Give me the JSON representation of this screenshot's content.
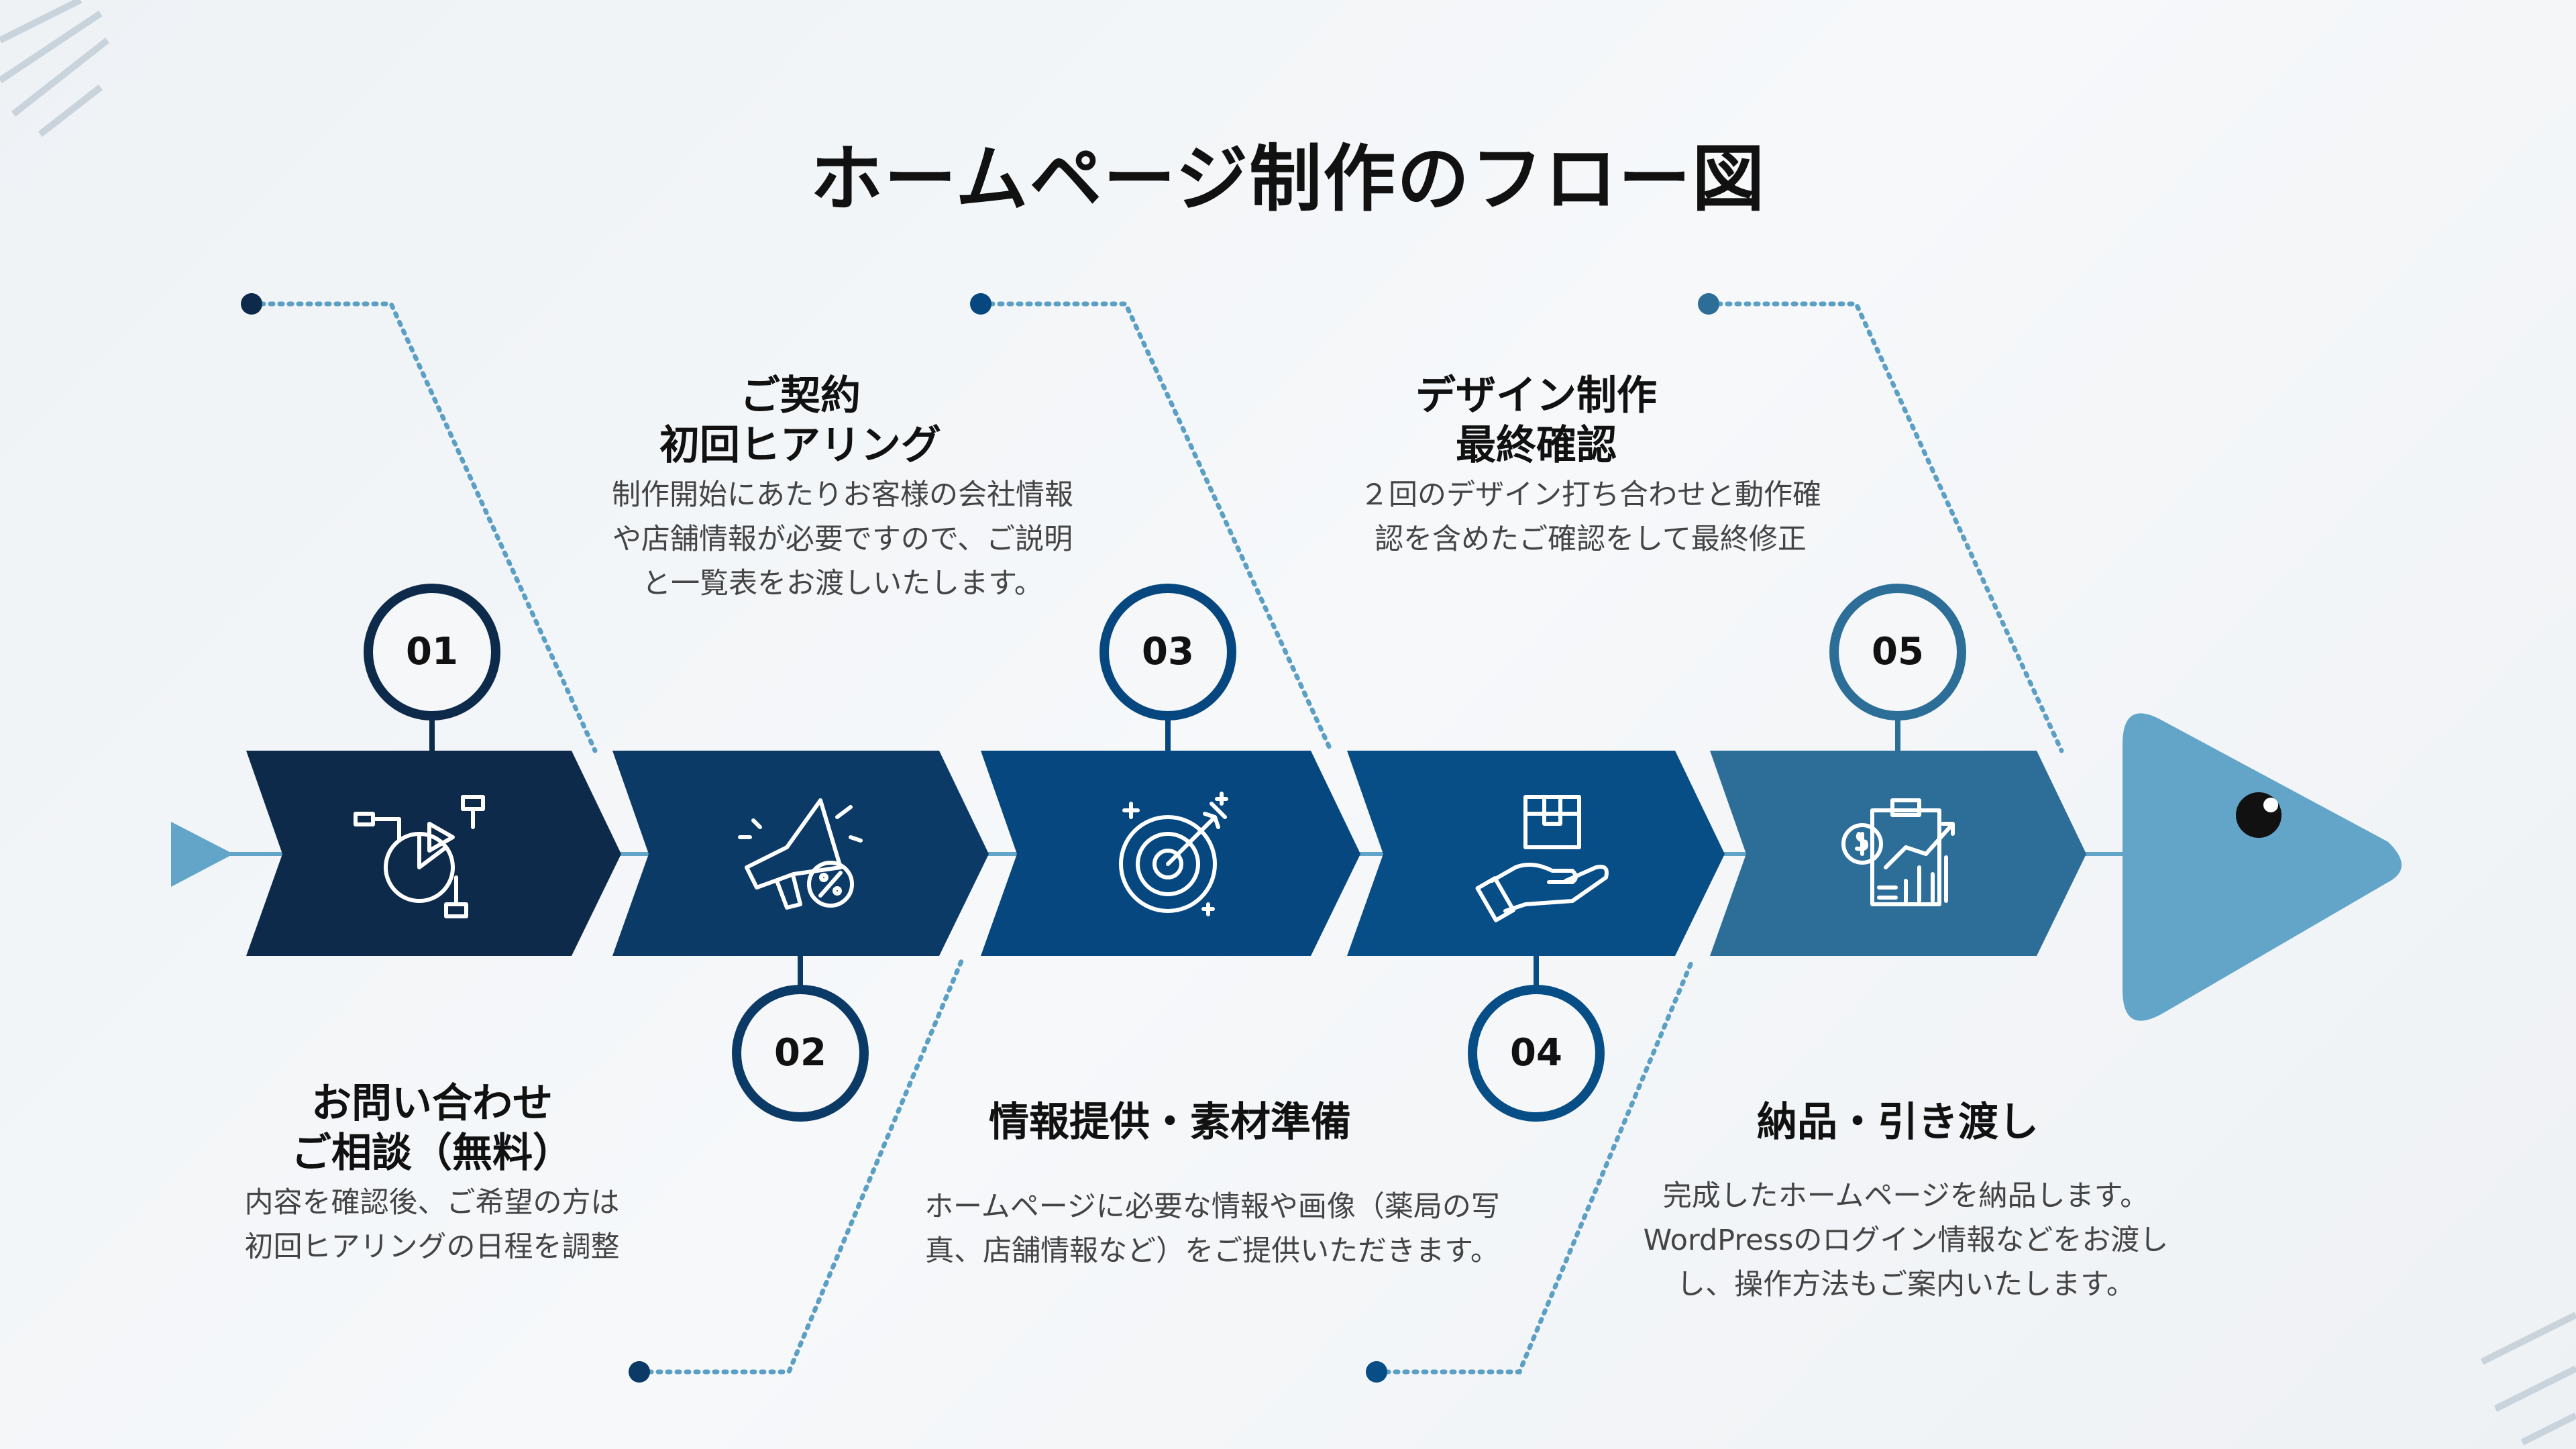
{
  "title": "ホームページ制作のフロー図",
  "colors": {
    "step1": "#0d2a4a",
    "step2": "#0c3a66",
    "step3": "#05477e",
    "step4": "#074d86",
    "step5": "#2c6e98",
    "accent": "#62a5c8"
  },
  "steps": [
    {
      "number": "01",
      "heading": [
        "お問い合わせ",
        "ご相談（無料）"
      ],
      "body": [
        "内容を確認後、ご希望の方は",
        "初回ヒアリングの日程を調整"
      ],
      "icon": "pie-chart-icon"
    },
    {
      "number": "02",
      "heading": [
        "ご契約",
        "初回ヒアリング"
      ],
      "body": [
        "制作開始にあたりお客様の会社情報",
        "や店舗情報が必要ですので、ご説明",
        "と一覧表をお渡しいたします。"
      ],
      "icon": "megaphone-percent-icon"
    },
    {
      "number": "03",
      "heading": [
        "情報提供・素材準備"
      ],
      "body": [
        "ホームページに必要な情報や画像（薬局の写",
        "真、店舗情報など）をご提供いただきます。"
      ],
      "icon": "target-icon"
    },
    {
      "number": "04",
      "heading": [
        "デザイン制作",
        "最終確認"
      ],
      "body": [
        "２回のデザイン打ち合わせと動作確",
        "認を含めたご確認をして最終修正"
      ],
      "icon": "hand-box-icon"
    },
    {
      "number": "05",
      "heading": [
        "納品・引き渡し"
      ],
      "body": [
        "完成したホームページを納品します。",
        "WordPressのログイン情報などをお渡し",
        "し、操作方法もご案内いたします。"
      ],
      "icon": "report-chart-icon"
    }
  ]
}
